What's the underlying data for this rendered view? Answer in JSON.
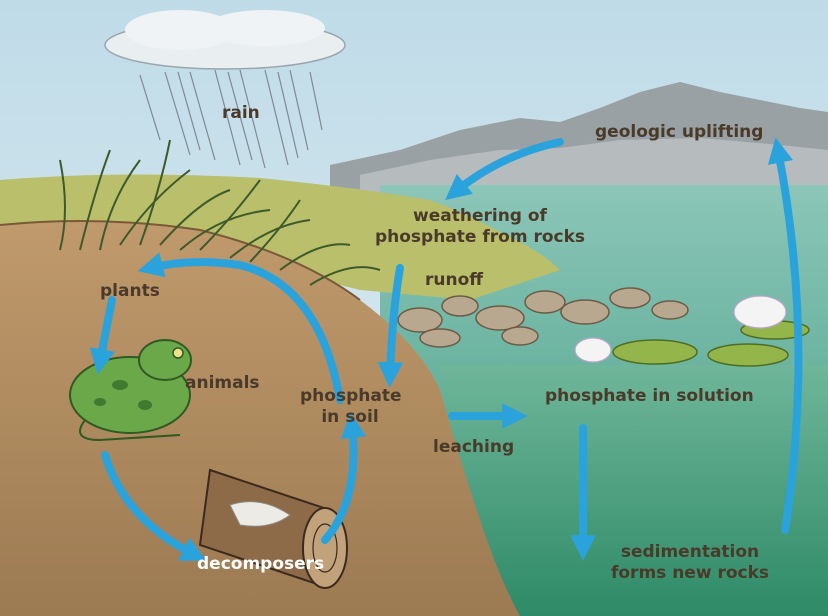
{
  "labels": {
    "rain": "rain",
    "geologic_uplifting": "geologic uplifting",
    "weathering_line1": "weathering of",
    "weathering_line2": "phosphate from rocks",
    "runoff": "runoff",
    "plants": "plants",
    "animals": "animals",
    "phosphate_soil_line1": "phosphate",
    "phosphate_soil_line2": "in soil",
    "phosphate_solution": "phosphate in solution",
    "leaching": "leaching",
    "decomposers": "decomposers",
    "sedimentation_line1": "sedimentation",
    "sedimentation_line2": "forms new rocks"
  },
  "colors": {
    "arrow": "#2aa3dc",
    "sky": "#cde3ee",
    "water": "#7fbfb3",
    "soil": "#b28a5e",
    "label_text": "#4a3a2a"
  }
}
